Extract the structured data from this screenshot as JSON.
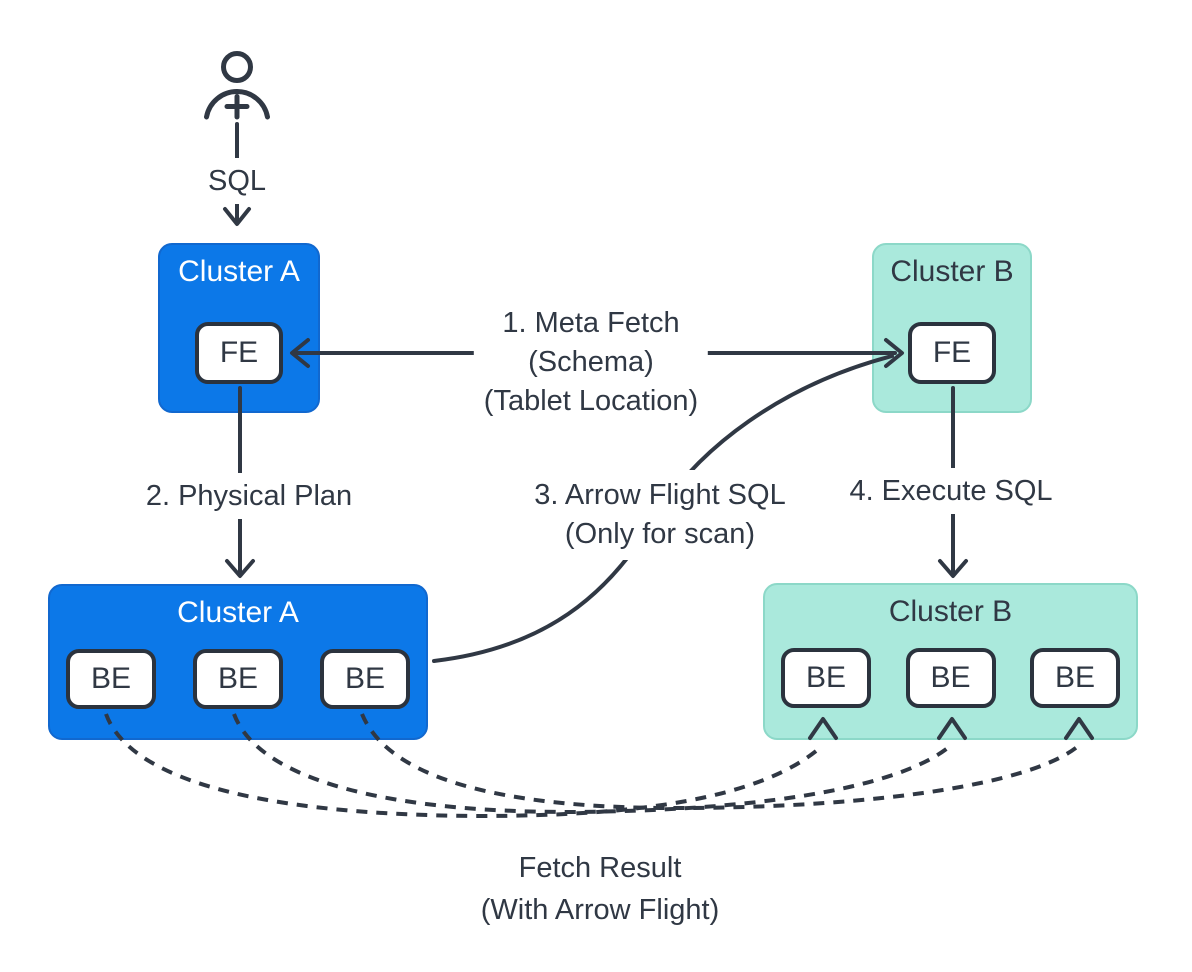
{
  "colors": {
    "cluster_a_fill": "#0c78e8",
    "cluster_a_border": "#1168cf",
    "cluster_b_fill": "#aae9dc",
    "cluster_b_border": "#8cd8c8",
    "node_border": "#2b333e",
    "ink": "#303844"
  },
  "clusters": {
    "a_top": {
      "title": "Cluster A",
      "node": "FE"
    },
    "b_top": {
      "title": "Cluster B",
      "node": "FE"
    },
    "a_bottom": {
      "title": "Cluster A",
      "nodes": [
        "BE",
        "BE",
        "BE"
      ]
    },
    "b_bottom": {
      "title": "Cluster B",
      "nodes": [
        "BE",
        "BE",
        "BE"
      ]
    }
  },
  "labels": {
    "sql": "SQL",
    "step1_line1": "1. Meta Fetch",
    "step1_line2": "(Schema)",
    "step1_line3": "(Tablet Location)",
    "step2": "2. Physical Plan",
    "step3_line1": "3. Arrow Flight SQL",
    "step3_line2": "(Only for scan)",
    "step4": "4. Execute SQL",
    "fetch_result_line1": "Fetch Result",
    "fetch_result_line2": "(With Arrow Flight)"
  }
}
